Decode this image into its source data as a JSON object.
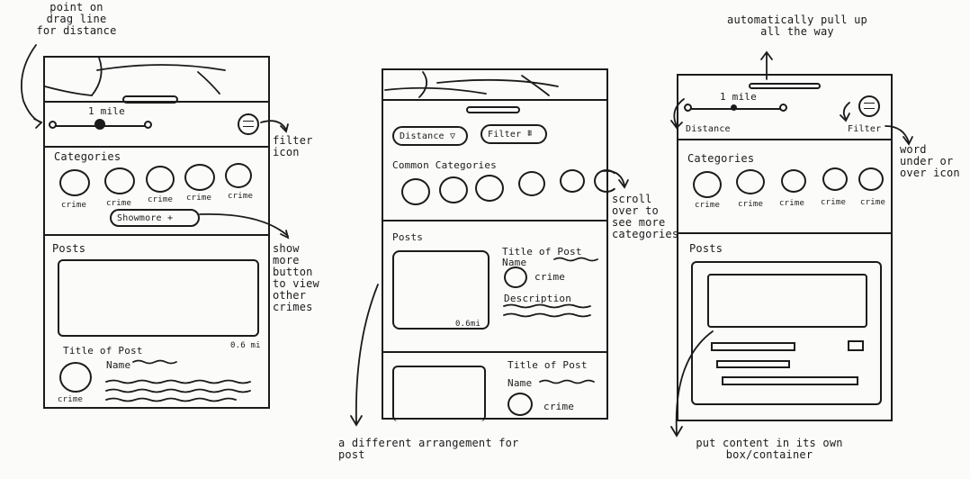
{
  "annotations": {
    "drag_note": "point on drag line for distance",
    "filter_icon_note": "filter icon",
    "show_more_note": "show more button to view other crimes",
    "pull_up_note": "automatically pull up all the way",
    "scroll_note": "scroll over to see more categories",
    "word_under_note": "word under or over icon",
    "arrangement_note": "a different arrangement for post",
    "own_box_note": "put content in its own box/container"
  },
  "screen1": {
    "distance_value": "1 mile",
    "categories_title": "Categories",
    "category_labels": [
      "crime",
      "crime",
      "crime",
      "crime",
      "crime"
    ],
    "show_more_label": "Showmore +",
    "posts_title": "Posts",
    "post_title": "Title of Post",
    "post_distance": "0.6 mi",
    "post_name": "Name",
    "post_crime": "crime"
  },
  "screen2": {
    "distance_button": "Distance ▽",
    "filter_button": "Filter",
    "categories_title": "Common Categories",
    "posts_title": "Posts",
    "post1_title": "Title of Post",
    "post1_name": "Name",
    "post1_crime": "crime",
    "post1_description": "Description",
    "post1_distance": "0.6mi",
    "post2_title": "Title of Post",
    "post2_name": "Name",
    "post2_crime": "crime"
  },
  "screen3": {
    "distance_value": "1 mile",
    "distance_label": "Distance",
    "filter_label": "Filter",
    "categories_title": "Categories",
    "category_labels": [
      "crime",
      "crime",
      "crime",
      "crime",
      "crime"
    ],
    "posts_title": "Posts"
  }
}
